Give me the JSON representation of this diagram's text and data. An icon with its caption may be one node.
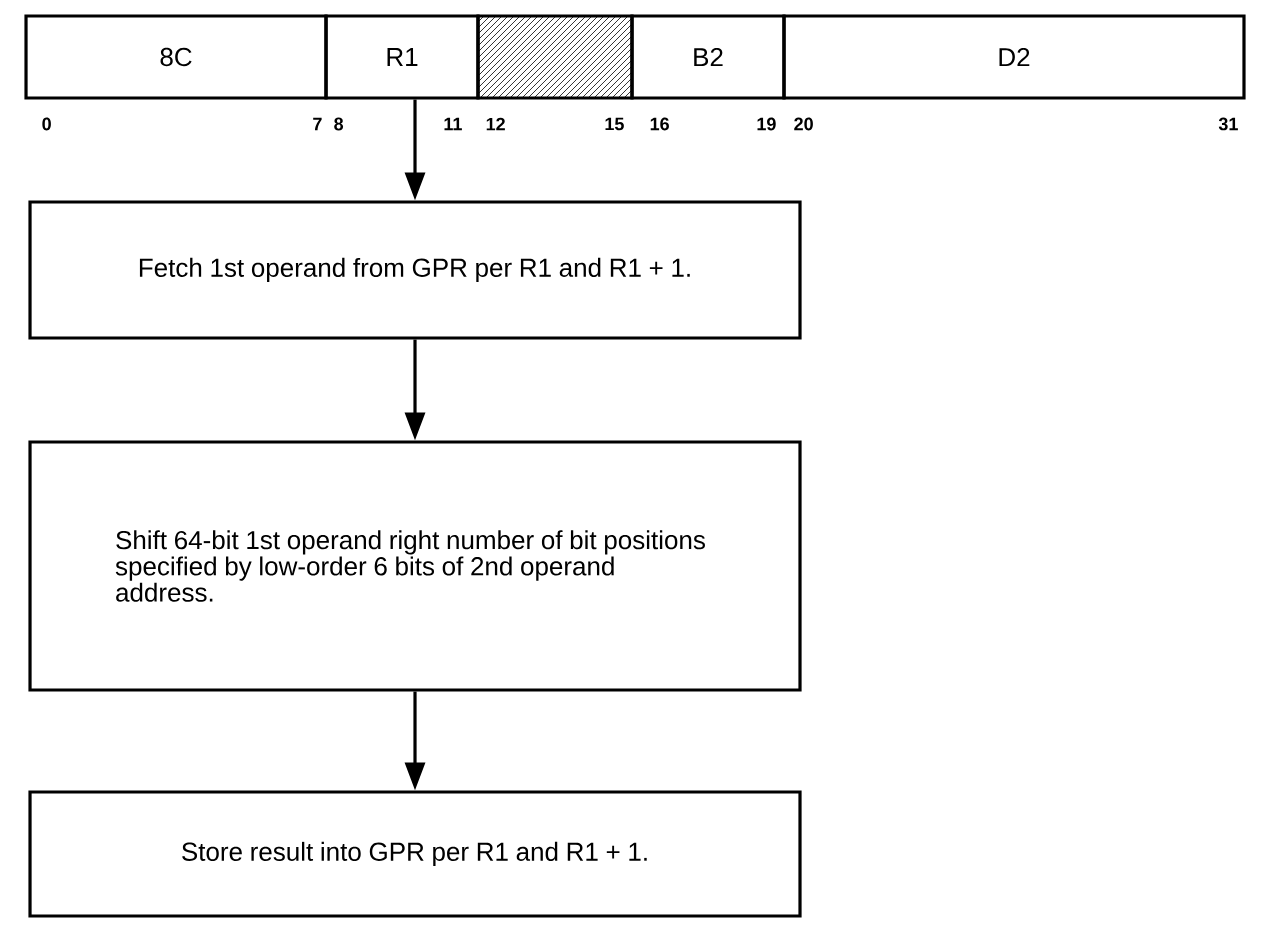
{
  "diagram": {
    "nodes": [
      {
        "text": [
          "8C"
        ]
      },
      {
        "text": [
          "R1"
        ]
      },
      {
        "text": [],
        "shape": "box"
      },
      {
        "text": [
          "B2"
        ]
      },
      {
        "text": [
          "D2"
        ]
      },
      {
        "text": [
          "Fetch 1st operand from GPR per R1 and R1 + 1."
        ]
      },
      {
        "text": [
          "Shift 64-bit 1st operand right number of bit positions specified by low-order 6 bits of 2nd operand address."
        ]
      },
      {
        "text": [
          "Store result into GPR per R1 and R1 + 1."
        ]
      }
    ],
    "edges": [
      {
        "from": 1,
        "to": 5,
        "arrow": "to"
      },
      {
        "from": 5,
        "to": 6,
        "arrow": "to"
      },
      {
        "from": 6,
        "to": 7,
        "arrow": "to"
      }
    ],
    "labels": [
      "0",
      "7",
      "8",
      "11",
      "12",
      "15",
      "16",
      "19",
      "20",
      "31"
    ]
  }
}
